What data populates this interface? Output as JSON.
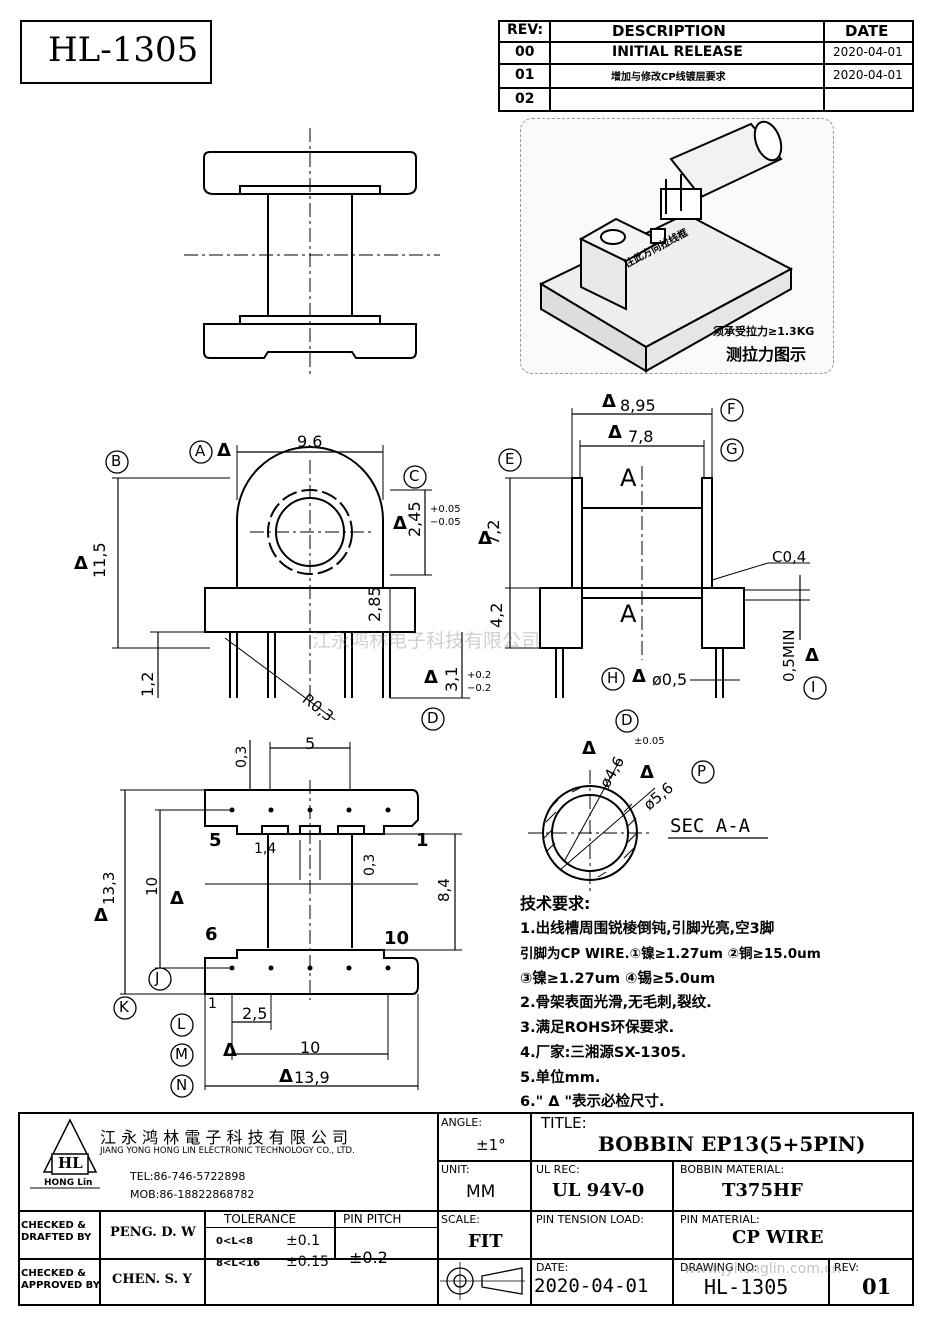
{
  "part_no": "HL-1305",
  "revision_table": {
    "headers": {
      "rev": "REV:",
      "description": "DESCRIPTION",
      "date": "DATE"
    },
    "rows": [
      {
        "rev": "00",
        "description": "INITIAL  RELEASE",
        "date": "2020-04-01"
      },
      {
        "rev": "01",
        "description": "增加与修改CP线镀层要求",
        "date": "2020-04-01"
      },
      {
        "rev": "02",
        "description": "",
        "date": ""
      }
    ]
  },
  "photo": {
    "label_direction": "往此方向拉线框",
    "label_force": "须承受拉力≥1.3KG",
    "caption": "测拉力图示"
  },
  "dims": {
    "front": {
      "width": "9.6",
      "height": "11,5",
      "hole": "2,45",
      "tol_hole_plus": "+0.05",
      "tol_hole_minus": "−0.05",
      "pin_level": "2,85",
      "pin_len": "3,1",
      "tol_pin_plus": "+0.2",
      "tol_pin_minus": "−0.2",
      "base": "1,2",
      "radius": "R0,3"
    },
    "side": {
      "outer": "8,95",
      "inner": "7,8",
      "height_top": "7,2",
      "height_bot": "4,2",
      "chamfer": "C0,4",
      "pin_dia": "ø0,5",
      "min": "0,5MIN",
      "sec_label_top": "A",
      "sec_label_bot": "A"
    },
    "bottom": {
      "pitch_top": "5",
      "offset": "0,3",
      "slot": "1,4",
      "slot_h": "0,3",
      "inner": "8,4",
      "span": "10",
      "total": "13,3",
      "pin_1": "1",
      "pin_5": "5",
      "pin_6": "6",
      "pin_10": "10",
      "edge": "1",
      "pitch": "2,5",
      "row_len": "10",
      "overall": "13,9"
    },
    "section": {
      "d_in": "ø4,6",
      "d_in_tol": "±0.05",
      "d_out": "ø5,6",
      "label": "SEC  A-A"
    }
  },
  "bubbles": {
    "A": "A",
    "B": "B",
    "C": "C",
    "D": "D",
    "E": "E",
    "F": "F",
    "G": "G",
    "H": "H",
    "I": "I",
    "J": "J",
    "K": "K",
    "L": "L",
    "M": "M",
    "N": "N",
    "O": "D",
    "P": "P"
  },
  "delta": "Δ",
  "notes": {
    "heading": "技术要求:",
    "lines": [
      "1.出线槽周围锐棱倒钝,引脚光亮,空3脚",
      "引脚为CP WIRE.①镍≥1.27um  ②铜≥15.0um",
      "③镍≥1.27um  ④锡≥5.0um",
      "2.骨架表面光滑,无毛刺,裂纹.",
      "3.满足ROHS环保要求.",
      "4.厂家:三湘源SX-1305.",
      "5.单位mm.",
      "6.\"  Δ  \"表示必检尺寸."
    ]
  },
  "watermark": {
    "cn": "江永鸿林电子科技有限公司",
    "url": "www.jyhonglin.com.cn"
  },
  "title_block": {
    "company_cn": "江 永 鸿 林 電 子 科 技 有 限 公 司",
    "company_en": "JIANG YONG HONG LIN ELECTRONIC TECHNOLOGY CO., LTD.",
    "logo_text": "HL",
    "logo_sub": "HONG Lin",
    "tel": "TEL:86-746-5722898",
    "mob": "MOB:86-18822868782",
    "angle_label": "ANGLE:",
    "angle_value": "±1°",
    "title_label": "TITLE:",
    "title_value": "BOBBIN  EP13(5+5PIN)",
    "unit_label": "UNIT:",
    "unit_value": "MM",
    "ul_label": "UL REC:",
    "ul_value": "UL  94V-0",
    "bm_label": "BOBBIN MATERIAL:",
    "bm_value": "T375HF",
    "checked_drafted": "CHECKED &\nDRAFTED BY",
    "drafter": "PENG. D. W",
    "tolerance_label": "TOLERANCE",
    "tol_row1_range": "0<L<8",
    "tol_row1_val": "±0.1",
    "tol_row2_range": "8<L<16",
    "tol_row2_val": "±0.15",
    "pin_pitch_label": "PIN  PITCH",
    "pin_pitch_val": "±0.2",
    "scale_label": "SCALE:",
    "scale_value": "FIT",
    "tension_label": "PIN TENSION LOAD:",
    "pm_label": "PIN MATERIAL:",
    "pm_value": "CP  WIRE",
    "checked_approved": "CHECKED &\nAPPROVED BY",
    "approver": "CHEN. S. Y",
    "date_label": "DATE:",
    "date_value": "2020-04-01",
    "dwg_label": "DRAWING NO:",
    "dwg_value": "HL-1305",
    "rev_label": "REV:",
    "rev_value": "01"
  }
}
